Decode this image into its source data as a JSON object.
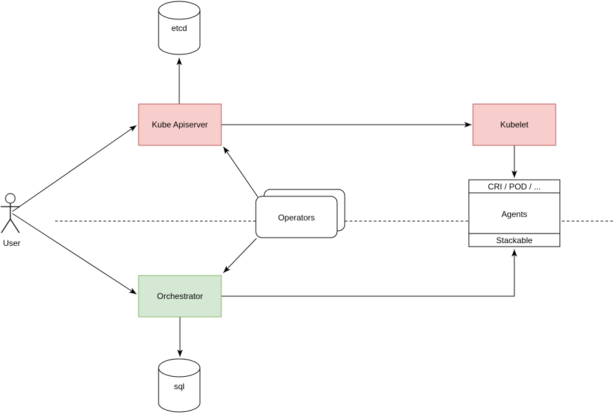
{
  "diagram": {
    "nodes": {
      "etcd": {
        "label": "etcd",
        "shape": "cylinder"
      },
      "kube_apiserver": {
        "label": "Kube Apiserver",
        "shape": "rect"
      },
      "kubelet": {
        "label": "Kubelet",
        "shape": "rect"
      },
      "cri_pod": {
        "header": "CRI / POD / ...",
        "body": "Agents",
        "footer": "Stackable",
        "shape": "sectioned-rect"
      },
      "operators": {
        "label": "Operators",
        "shape": "stacked-rounded-rect"
      },
      "orchestrator": {
        "label": "Orchestrator",
        "shape": "rect"
      },
      "sql": {
        "label": "sql",
        "shape": "cylinder"
      },
      "user": {
        "label": "User",
        "shape": "actor"
      }
    },
    "edges": [
      {
        "from": "user",
        "to": "kube_apiserver",
        "arrow": "end"
      },
      {
        "from": "user",
        "to": "orchestrator",
        "arrow": "end"
      },
      {
        "from": "kube_apiserver",
        "to": "etcd",
        "arrow": "end"
      },
      {
        "from": "kube_apiserver",
        "to": "kubelet",
        "arrow": "end"
      },
      {
        "from": "kubelet",
        "to": "cri_pod",
        "arrow": "end"
      },
      {
        "from": "operators",
        "to": "kube_apiserver",
        "arrow": "end"
      },
      {
        "from": "operators",
        "to": "orchestrator",
        "arrow": "end"
      },
      {
        "from": "orchestrator",
        "to": "cri_pod_footer",
        "arrow": "end",
        "routing": "orthogonal"
      },
      {
        "from": "orchestrator",
        "to": "sql",
        "arrow": "end"
      }
    ],
    "separator": {
      "style": "dashed-horizontal-line"
    },
    "colors": {
      "pink_fill": "#f8cecc",
      "pink_stroke": "#b85450",
      "green_fill": "#d5e8d4",
      "green_stroke": "#82b366",
      "white_fill": "#ffffff",
      "line": "#000000",
      "text": "#000000",
      "background": "#ffffff"
    }
  }
}
